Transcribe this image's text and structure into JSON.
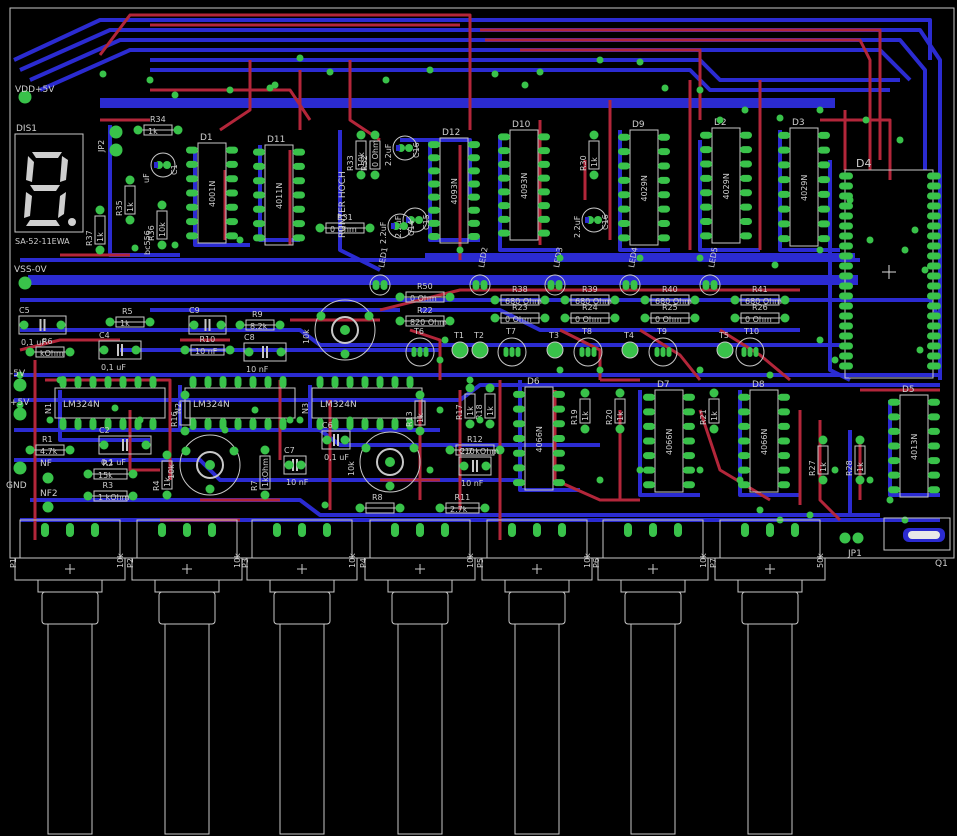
{
  "board": {
    "colors": {
      "background": "#000000",
      "top_copper": "#b3263a",
      "bottom_copper": "#2b2bd1",
      "pad": "#39c24a",
      "silkscreen": "#d8d8d8",
      "outline": "#c8c8c8"
    },
    "power_labels": {
      "vdd": "VDD+5V",
      "vss": "VSS-0V",
      "minus5": "-5V",
      "plus5": "+5V",
      "gnd": "GND",
      "nf": "NF",
      "nf2": "NF2"
    },
    "display": {
      "name": "DIS1",
      "part": "SA-52-11EWA"
    },
    "ics": [
      {
        "name": "D1",
        "part": "4001N"
      },
      {
        "name": "D11",
        "part": "4011N"
      },
      {
        "name": "D12",
        "part": "4093N"
      },
      {
        "name": "D10",
        "part": "4093N"
      },
      {
        "name": "D9",
        "part": "4029N"
      },
      {
        "name": "D2",
        "part": "4029N"
      },
      {
        "name": "D3",
        "part": "4029N"
      },
      {
        "name": "D4",
        "part": ""
      },
      {
        "name": "D5",
        "part": "4013N"
      },
      {
        "name": "D6",
        "part": "4066N"
      },
      {
        "name": "D7",
        "part": "4066N"
      },
      {
        "name": "D8",
        "part": "4066N"
      },
      {
        "name": "N1",
        "part": "LM324N"
      },
      {
        "name": "N2",
        "part": "LM324N"
      },
      {
        "name": "N3",
        "part": "LM324N"
      }
    ],
    "texts": {
      "runter_hoch": "RUNTER HOCH",
      "bc556": "bc556",
      "q1": "Q1",
      "jp1": "JP1",
      "jp2": "JP2"
    },
    "passives": [
      {
        "name": "R34",
        "value": "1k"
      },
      {
        "name": "R35",
        "value": "1k"
      },
      {
        "name": "R37",
        "value": "1k"
      },
      {
        "name": "R36",
        "value": "10k"
      },
      {
        "name": "R33",
        "value": "10k"
      },
      {
        "name": "R32",
        "value": "0 Ohm"
      },
      {
        "name": "R31",
        "value": "0 Ohm"
      },
      {
        "name": "R30",
        "value": "1k"
      },
      {
        "name": "C1",
        "value": "uF"
      },
      {
        "name": "C16",
        "value": "2.2uF"
      },
      {
        "name": "C14",
        "value": "2.2uF"
      },
      {
        "name": "C15",
        "value": "2.2uF"
      },
      {
        "name": "C5",
        "value": "0,1 uF"
      },
      {
        "name": "C4",
        "value": "0,1 uF"
      },
      {
        "name": "R6",
        "value": "kOhm"
      },
      {
        "name": "R5",
        "value": "1k"
      },
      {
        "name": "C9",
        "value": ""
      },
      {
        "name": "R9",
        "value": "8.2k"
      },
      {
        "name": "R10",
        "value": "10 nF"
      },
      {
        "name": "C8",
        "value": "10 nF"
      },
      {
        "name": "R46",
        "value": "10k"
      },
      {
        "name": "R50",
        "value": "0 Ohm"
      },
      {
        "name": "R22",
        "value": "820 Ohm"
      },
      {
        "name": "R38",
        "value": "680 Ohm"
      },
      {
        "name": "R39",
        "value": "680 Ohm"
      },
      {
        "name": "R40",
        "value": "680 Ohm"
      },
      {
        "name": "R41",
        "value": "680 Ohm"
      },
      {
        "name": "R23",
        "value": "0 Ohm"
      },
      {
        "name": "R24",
        "value": "0 Ohm"
      },
      {
        "name": "R25",
        "value": "0 Ohm"
      },
      {
        "name": "R26",
        "value": "0 Ohm"
      },
      {
        "name": "R1",
        "value": "4.7k"
      },
      {
        "name": "R2",
        "value": "15k"
      },
      {
        "name": "R3",
        "value": "1 kOhm"
      },
      {
        "name": "C2",
        "value": "0,1 uF"
      },
      {
        "name": "C3",
        "value": ""
      },
      {
        "name": "R4",
        "value": "1k"
      },
      {
        "name": "R7",
        "value": "1kOhm"
      },
      {
        "name": "R8",
        "value": ""
      },
      {
        "name": "C7",
        "value": "10 nF"
      },
      {
        "name": "C6",
        "value": "0,1 uF"
      },
      {
        "name": "R12",
        "value": "2.7 kOhm"
      },
      {
        "name": "C10",
        "value": "10 nF"
      },
      {
        "name": "R11",
        "value": "2.7k"
      },
      {
        "name": "R13",
        "value": "1k"
      },
      {
        "name": "R17",
        "value": "1k"
      },
      {
        "name": "R18",
        "value": "1k"
      },
      {
        "name": "R19",
        "value": "1k"
      },
      {
        "name": "R20",
        "value": "1k"
      },
      {
        "name": "R21",
        "value": "1k"
      },
      {
        "name": "R27",
        "value": "1k"
      },
      {
        "name": "R28",
        "value": "1k"
      },
      {
        "name": "R16",
        "value": ""
      }
    ],
    "transistors": [
      "T1",
      "T2",
      "T3",
      "T4",
      "T5",
      "T6",
      "T7",
      "T8",
      "T9",
      "T10"
    ],
    "leds": [
      "LED1",
      "LED2",
      "LED3",
      "LED4",
      "LED5"
    ],
    "pots": [
      {
        "name": "P1",
        "value": "10k"
      },
      {
        "name": "P2",
        "value": "10k"
      },
      {
        "name": "P3",
        "value": "10k"
      },
      {
        "name": "P4",
        "value": "10k"
      },
      {
        "name": "P5",
        "value": "10k"
      },
      {
        "name": "P6",
        "value": "10k"
      },
      {
        "name": "P7",
        "value": "50k"
      }
    ],
    "trimmers": [
      {
        "name": "R46",
        "value": "10k"
      },
      {
        "name": "R14",
        "value": "10k"
      },
      {
        "name": "R15",
        "value": "10k"
      }
    ]
  }
}
